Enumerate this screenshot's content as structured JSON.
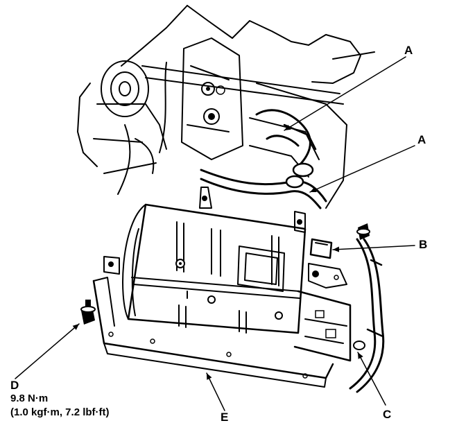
{
  "callouts": {
    "a_top": "A",
    "a_right": "A",
    "b": "B",
    "c": "C",
    "d": "D",
    "e": "E"
  },
  "torque_spec": {
    "metric": "9.8 N·m",
    "alt": "(1.0 kgf·m, 7.2 lbf·ft)"
  }
}
